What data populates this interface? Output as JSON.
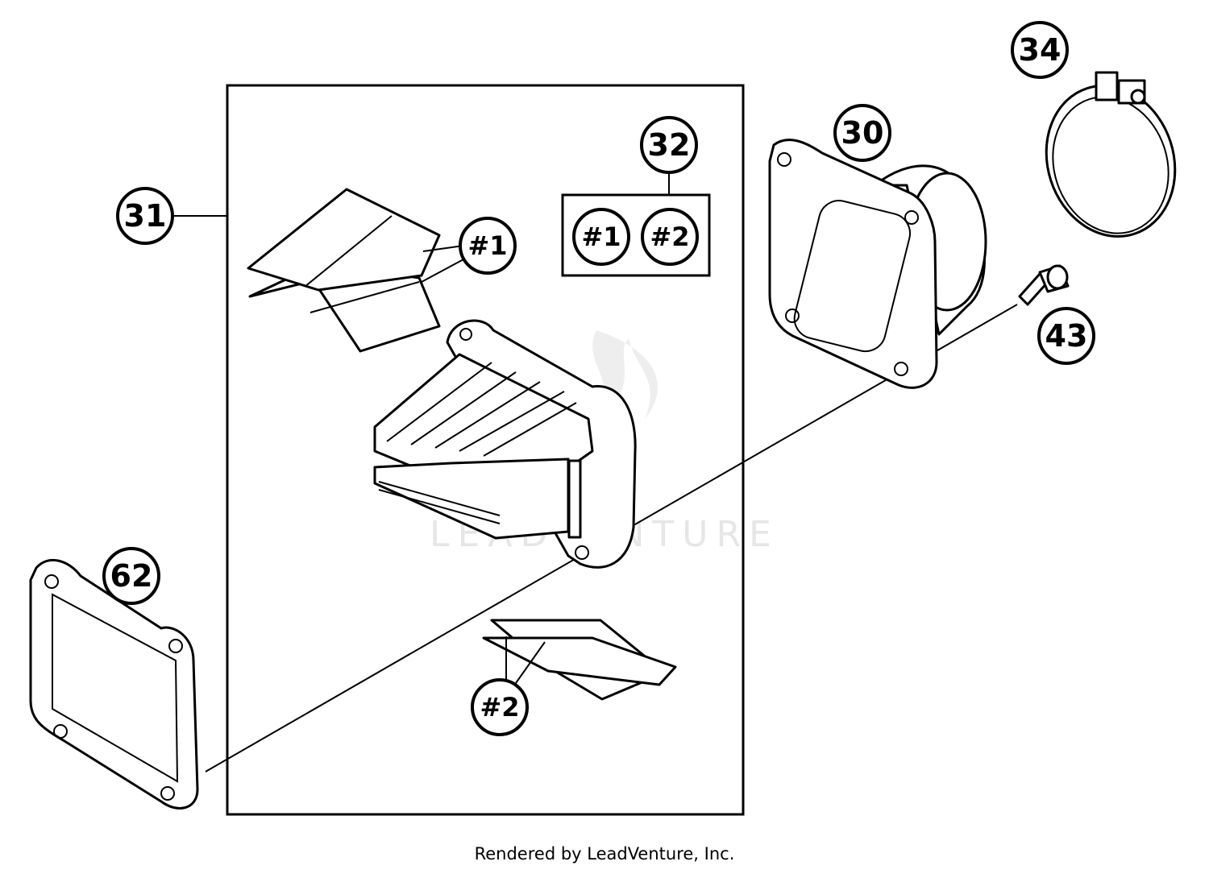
{
  "callouts": {
    "c31": "31",
    "c32": "32",
    "c30": "30",
    "c34": "34",
    "c43": "43",
    "c62": "62",
    "reed1_top": "#1",
    "kit1": "#1",
    "kit2": "#2",
    "reed2_bottom": "#2"
  },
  "watermark": "LEADVENTURE",
  "footer": "Rendered by LeadVenture, Inc."
}
